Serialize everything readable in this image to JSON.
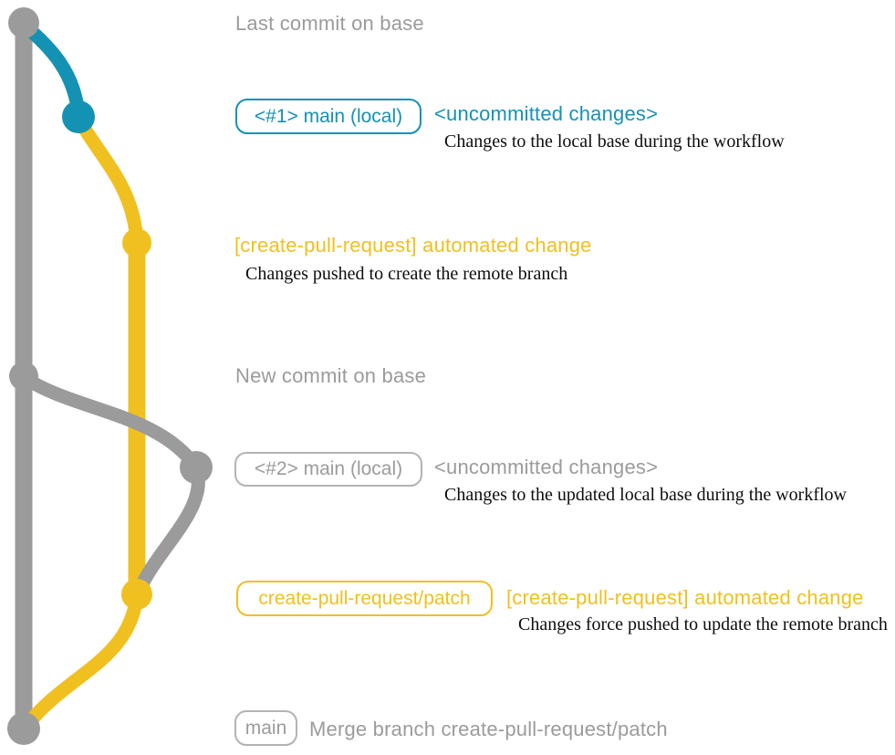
{
  "palette": {
    "gray": "#9b9b9b",
    "gray_border": "#b3b3b3",
    "blue": "#1492b4",
    "yellow": "#f0c020",
    "ink": "#0d0d0d"
  },
  "sections": {
    "last_commit": {
      "title": "Last commit on base"
    },
    "local_main_1": {
      "badge": "<#1> main (local)",
      "status": "<uncommitted changes>",
      "description": "Changes to the local base during the workflow"
    },
    "automated_change_1": {
      "label": "[create-pull-request] automated change",
      "description": "Changes pushed to create the remote branch"
    },
    "new_commit": {
      "title": "New commit on base"
    },
    "local_main_2": {
      "badge": "<#2> main (local)",
      "status": "<uncommitted changes>",
      "description": "Changes to the updated local base during the workflow"
    },
    "automated_change_2": {
      "badge": "create-pull-request/patch",
      "label": "[create-pull-request] automated change",
      "description": "Changes force pushed to update the remote branch"
    },
    "merge": {
      "badge": "main",
      "title": "Merge branch create-pull-request/patch"
    }
  }
}
